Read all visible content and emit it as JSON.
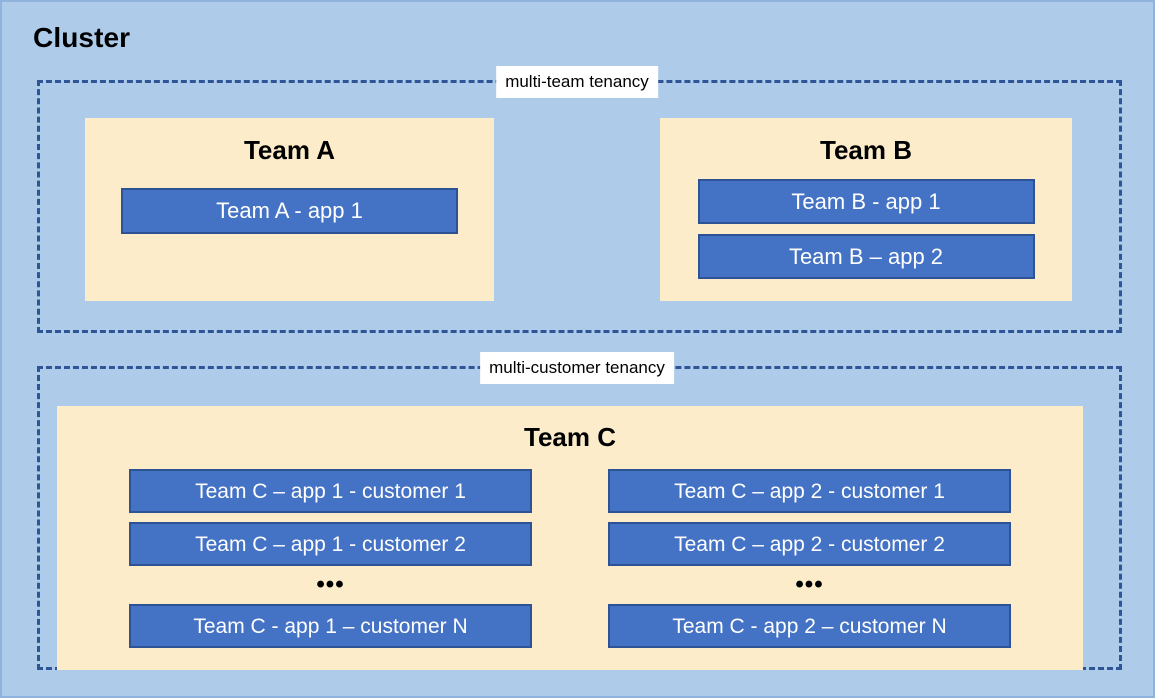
{
  "diagram": {
    "title": "Cluster",
    "background_color": "#aecbea",
    "border_color": "#8fb3dd",
    "panel_color": "#fcecca",
    "app_color": "#4472c4",
    "app_border_color": "#2e5395",
    "zone_border_color": "#2f5597",
    "caption_background": "#ffffff"
  },
  "zones": [
    {
      "caption": "multi-team tenancy",
      "teams": [
        {
          "title": "Team A",
          "apps": [
            {
              "label": "Team A - app 1"
            }
          ]
        },
        {
          "title": "Team B",
          "apps": [
            {
              "label": "Team B - app 1"
            },
            {
              "label": "Team B – app 2"
            }
          ]
        }
      ]
    },
    {
      "caption": "multi-customer tenancy",
      "teams": [
        {
          "title": "Team C",
          "columns": [
            {
              "apps": [
                {
                  "label": "Team C – app 1 - customer 1"
                },
                {
                  "label": "Team C – app 1 - customer 2"
                }
              ],
              "ellipsis": "•••",
              "last_app": {
                "label": "Team C - app 1 – customer N"
              }
            },
            {
              "apps": [
                {
                  "label": "Team C – app 2 - customer 1"
                },
                {
                  "label": "Team C – app 2 - customer 2"
                }
              ],
              "ellipsis": "•••",
              "last_app": {
                "label": "Team C - app 2 – customer N"
              }
            }
          ]
        }
      ]
    }
  ]
}
